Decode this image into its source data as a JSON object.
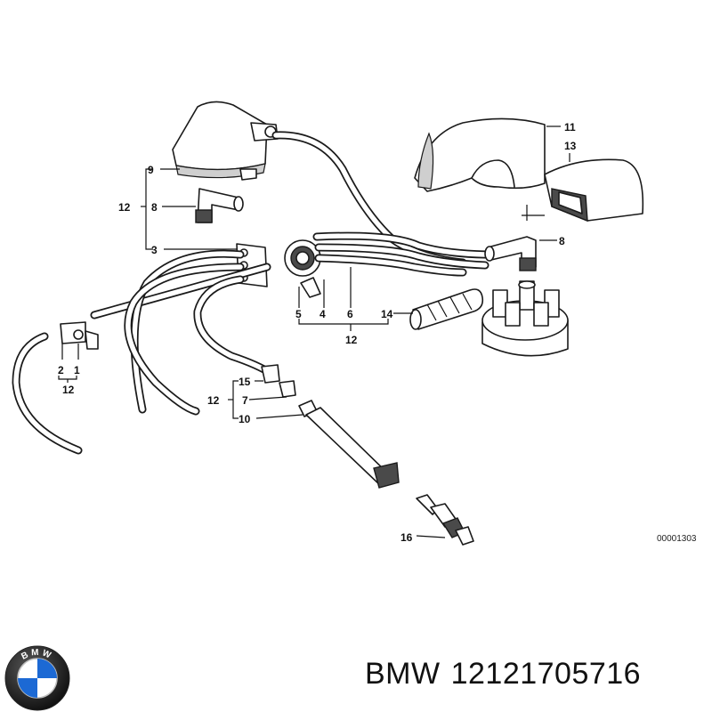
{
  "callouts": {
    "n9": "9",
    "n12a": "12",
    "n8a": "8",
    "n3": "3",
    "n11": "11",
    "n13": "13",
    "n8b": "8",
    "n5": "5",
    "n4": "4",
    "n6": "6",
    "n12b": "12",
    "n14": "14",
    "n2": "2",
    "n1": "1",
    "n12c": "12",
    "n15": "15",
    "n12d": "12",
    "n7": "7",
    "n10": "10",
    "n16": "16"
  },
  "drawing_number": "00001303",
  "caption": {
    "brand": "BMW",
    "part_number": "12121705716"
  },
  "logo": {
    "name": "bmw-roundel",
    "letters": "BMW",
    "colors": {
      "blue": "#1c69d4",
      "white": "#ffffff",
      "ring": "#111111"
    }
  }
}
